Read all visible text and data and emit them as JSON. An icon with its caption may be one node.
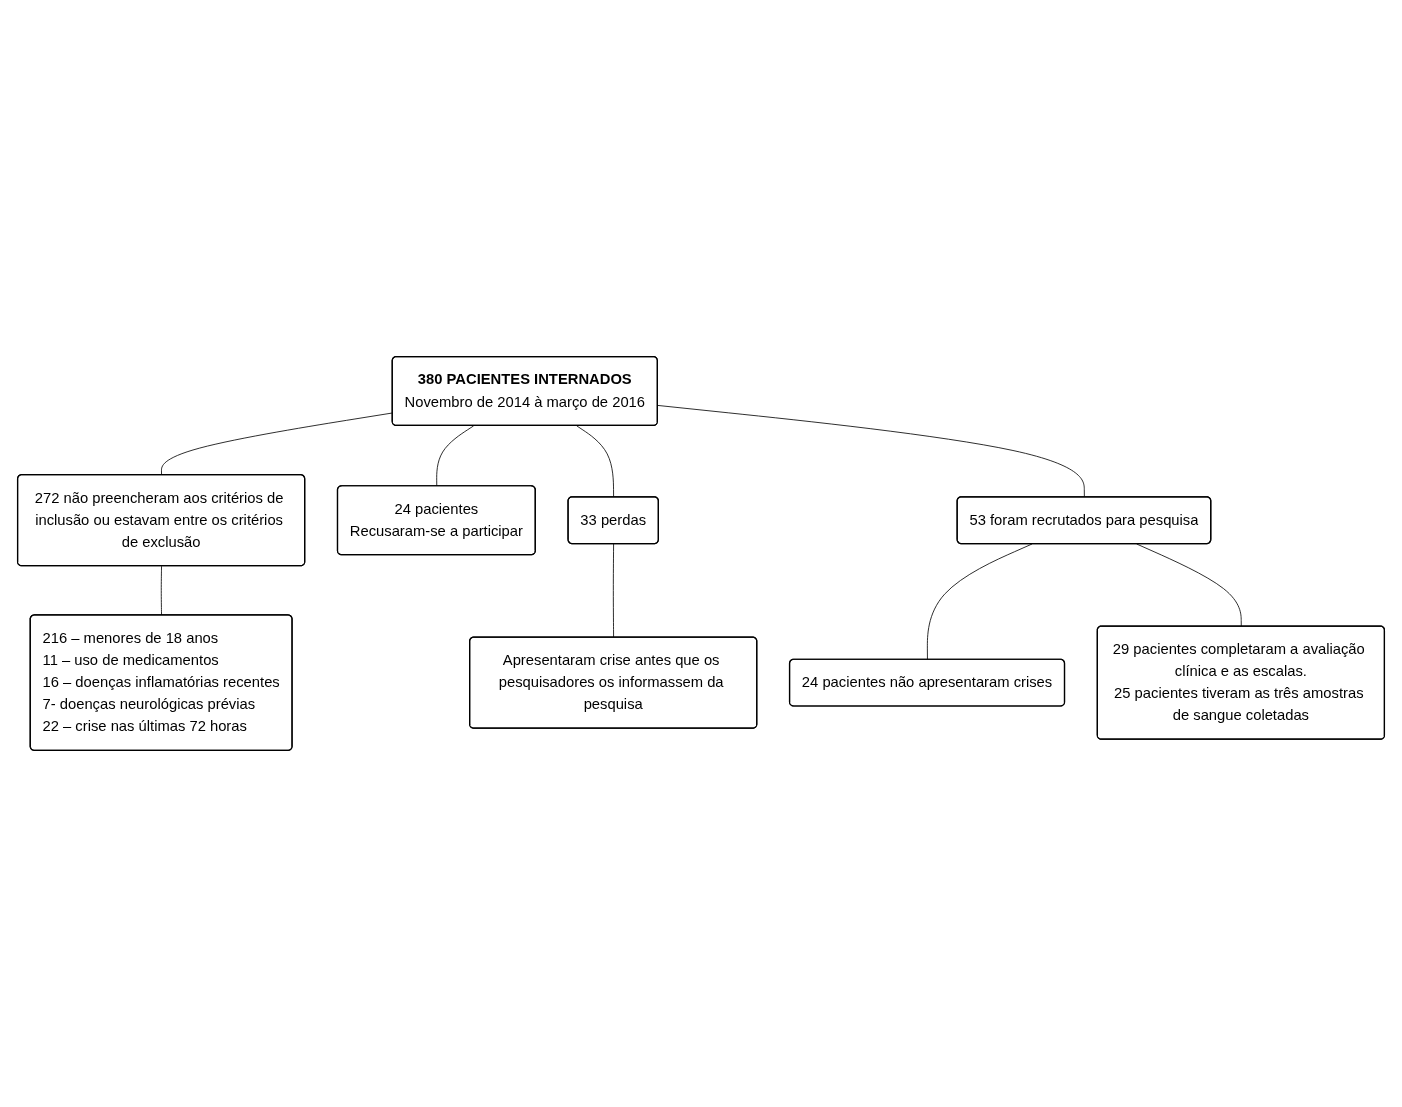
{
  "diagram": {
    "nodes": [
      {
        "text": [
          "380 PACIENTES INTERNADOS",
          "Novembro de 2014 à março de 2016"
        ]
      },
      {
        "text": [
          "272 não preencheram aos critérios de inclusão ou estavam entre os critérios de exclusão"
        ]
      },
      {
        "text": [
          "216 – menores de 18 anos",
          "11 – uso de medicamentos",
          "16 – doenças inflamatórias recentes",
          "7- doenças neurológicas prévias",
          "22 – crise nas últimas 72 horas"
        ]
      },
      {
        "text": [
          "24 pacientes",
          "Recusaram-se a participar"
        ]
      },
      {
        "text": [
          "33 perdas"
        ]
      },
      {
        "text": [
          "Apresentaram crise antes que os pesquisadores os informassem da pesquisa"
        ]
      },
      {
        "text": [
          "53 foram recrutados para pesquisa"
        ]
      },
      {
        "text": [
          "24 pacientes não apresentaram crises"
        ]
      },
      {
        "text": [
          "29 pacientes completaram a avaliação clínica e as escalas.",
          "25 pacientes tiveram as três amostras de sangue coletadas"
        ]
      }
    ],
    "edges": [
      {
        "from": 0,
        "to": 1,
        "arrow": "none"
      },
      {
        "from": 1,
        "to": 2,
        "arrow": "none"
      },
      {
        "from": 0,
        "to": 3,
        "arrow": "none"
      },
      {
        "from": 0,
        "to": 4,
        "arrow": "none"
      },
      {
        "from": 4,
        "to": 5,
        "arrow": "none"
      },
      {
        "from": 0,
        "to": 6,
        "arrow": "none"
      },
      {
        "from": 6,
        "to": 7,
        "arrow": "none"
      },
      {
        "from": 6,
        "to": 8,
        "arrow": "none"
      }
    ]
  }
}
